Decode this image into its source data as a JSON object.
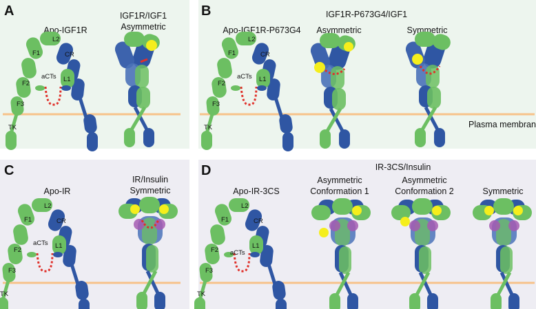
{
  "panels": {
    "A": {
      "letter": "A",
      "titles": [
        "Apo-IGF1R",
        "IGF1R/IGF1",
        "Asymmetric"
      ]
    },
    "B": {
      "letter": "B",
      "header": "IGF1R-P673G4/IGF1",
      "titles": [
        "Apo-IGF1R-P673G4",
        "Asymmetric",
        "Symmetric"
      ],
      "membrane_label": "Plasma membrane"
    },
    "C": {
      "letter": "C",
      "titles": [
        "Apo-IR",
        "IR/Insulin",
        "Symmetric"
      ]
    },
    "D": {
      "letter": "D",
      "header": "IR-3CS/Insulin",
      "titles": [
        "Apo-IR-3CS",
        "Asymmetric",
        "Conformation 1",
        "Asymmetric",
        "Conformation 2",
        "Symmetric"
      ]
    }
  },
  "domain_labels": {
    "l2": "L2",
    "f1": "F1",
    "cr": "CR",
    "l1": "L1",
    "f2": "F2",
    "f3": "F3",
    "tk": "TK",
    "acts": "aCTs"
  },
  "colors": {
    "panel_green_bg": "#edf5ee",
    "panel_purple_bg": "#eeedf3",
    "membrane": "#f7c28a",
    "protomer_green": "#6cbf62",
    "protomer_blue": "#2f56a3",
    "ligand_yellow": "#f5ee1c",
    "insulin_purple": "#a45ab1",
    "act_red": "#e0302a"
  },
  "icons": [
    "receptor-dimer-icon",
    "ligand-icon",
    "membrane-line"
  ]
}
